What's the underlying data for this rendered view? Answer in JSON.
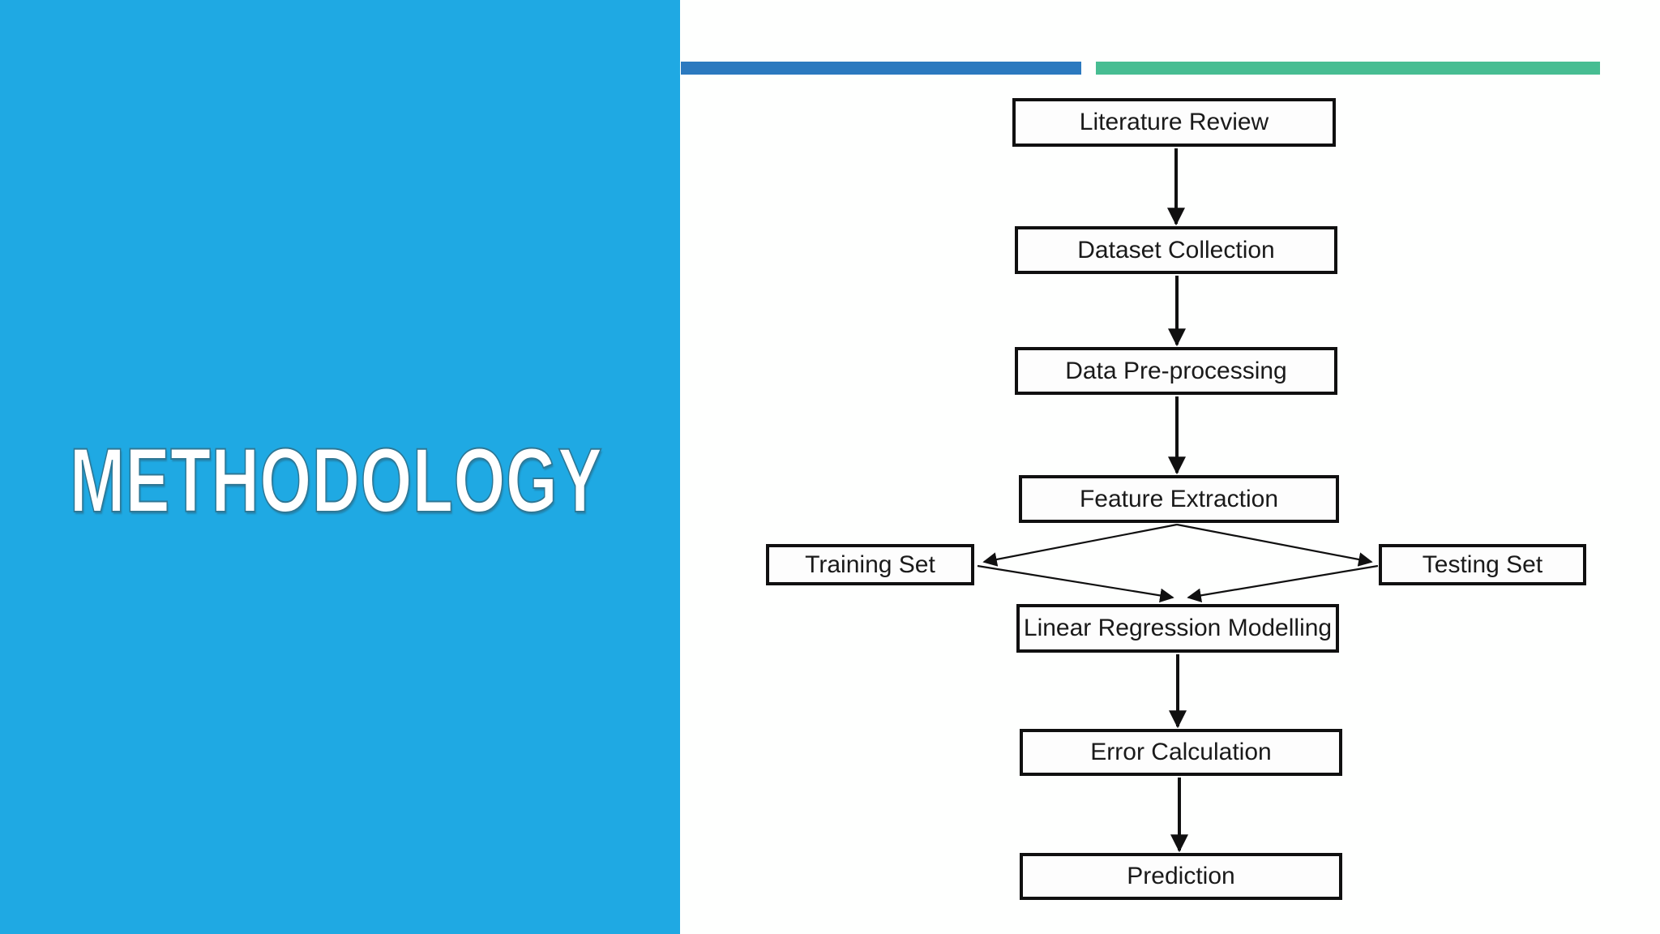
{
  "slide": {
    "title": "METHODOLOGY",
    "panel_color": "#1FA9E3",
    "background_color": "#FEFFFE",
    "accent_bars": [
      {
        "name": "blue",
        "color": "#2B79BF"
      },
      {
        "name": "green",
        "color": "#47BD92"
      }
    ],
    "box_border_color": "#101010",
    "box_text_color": "#1A1A1A"
  },
  "flowchart": {
    "nodes": [
      {
        "id": "literature-review",
        "label": "Literature Review"
      },
      {
        "id": "dataset-collection",
        "label": "Dataset Collection"
      },
      {
        "id": "data-pre-processing",
        "label": "Data Pre-processing"
      },
      {
        "id": "feature-extraction",
        "label": "Feature Extraction"
      },
      {
        "id": "training-set",
        "label": "Training Set"
      },
      {
        "id": "testing-set",
        "label": "Testing Set"
      },
      {
        "id": "linear-regression-modelling",
        "label": "Linear Regression Modelling"
      },
      {
        "id": "error-calculation",
        "label": "Error Calculation"
      },
      {
        "id": "prediction",
        "label": "Prediction"
      }
    ],
    "edges": [
      {
        "from": "literature-review",
        "to": "dataset-collection"
      },
      {
        "from": "dataset-collection",
        "to": "data-pre-processing"
      },
      {
        "from": "data-pre-processing",
        "to": "feature-extraction"
      },
      {
        "from": "feature-extraction",
        "to": "training-set"
      },
      {
        "from": "feature-extraction",
        "to": "testing-set"
      },
      {
        "from": "training-set",
        "to": "linear-regression-modelling"
      },
      {
        "from": "testing-set",
        "to": "linear-regression-modelling"
      },
      {
        "from": "linear-regression-modelling",
        "to": "error-calculation"
      },
      {
        "from": "error-calculation",
        "to": "prediction"
      }
    ]
  }
}
